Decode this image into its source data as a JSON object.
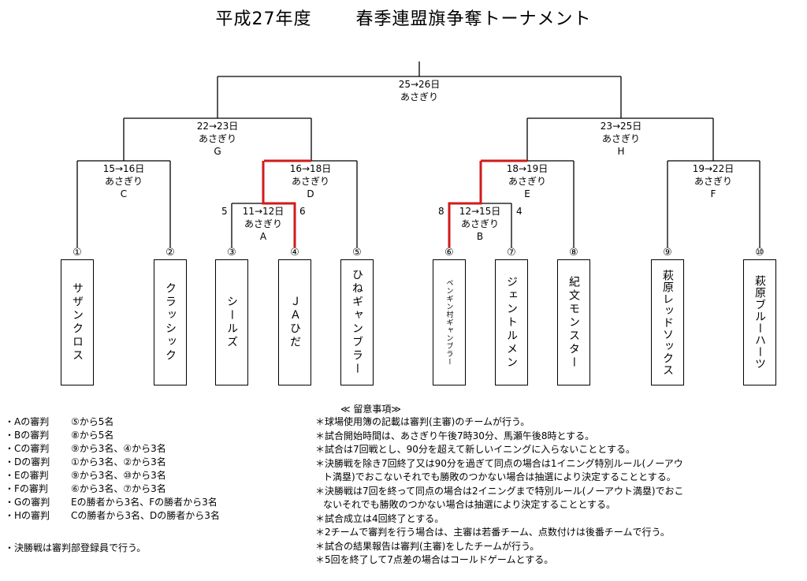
{
  "title": {
    "year": "平成27年度",
    "name": "春季連盟旗争奪トーナメント"
  },
  "matches": [
    {
      "id": "final",
      "date": "25→26日",
      "venue": "あさぎり",
      "letter": ""
    },
    {
      "id": "G",
      "date": "22→23日",
      "venue": "あさぎり",
      "letter": "G"
    },
    {
      "id": "H",
      "date": "23→25日",
      "venue": "あさぎり",
      "letter": "H"
    },
    {
      "id": "C",
      "date": "15→16日",
      "venue": "あさぎり",
      "letter": "C"
    },
    {
      "id": "D",
      "date": "16→18日",
      "venue": "あさぎり",
      "letter": "D"
    },
    {
      "id": "E",
      "date": "18→19日",
      "venue": "あさぎり",
      "letter": "E"
    },
    {
      "id": "F",
      "date": "19→22日",
      "venue": "あさぎり",
      "letter": "F"
    },
    {
      "id": "A",
      "date": "11→12日",
      "venue": "あさぎり",
      "letter": "A",
      "left_score": "5",
      "right_score": "6"
    },
    {
      "id": "B",
      "date": "12→15日",
      "venue": "あさぎり",
      "letter": "B",
      "left_score": "8",
      "right_score": "4"
    }
  ],
  "teams": [
    {
      "num": "①",
      "name": "サザンクロス"
    },
    {
      "num": "②",
      "name": "クラッシック"
    },
    {
      "num": "③",
      "name": "シールズ"
    },
    {
      "num": "④",
      "name": "ＪＡひだ"
    },
    {
      "num": "⑤",
      "name": "ひねギャンブラー"
    },
    {
      "num": "⑥",
      "name": "ペンギン村ギャンブラー"
    },
    {
      "num": "⑦",
      "name": "ジェントルメン"
    },
    {
      "num": "⑧",
      "name": "紀文モンスター"
    },
    {
      "num": "⑨",
      "name": "萩原レッドソックス"
    },
    {
      "num": "⑩",
      "name": "萩原ブルーハーツ"
    }
  ],
  "umpires": [
    {
      "key": "・Aの審判",
      "text": "⑤から5名"
    },
    {
      "key": "・Bの審判",
      "text": "⑧から5名"
    },
    {
      "key": "・Cの審判",
      "text": "⑨から3名、④から3名"
    },
    {
      "key": "・Dの審判",
      "text": "①から3名、②から3名"
    },
    {
      "key": "・Eの審判",
      "text": "⑨から3名、⑩から3名"
    },
    {
      "key": "・Fの審判",
      "text": "⑥から3名、⑦から3名"
    },
    {
      "key": "・Gの審判",
      "text": "Eの勝者から3名、Fの勝者から3名"
    },
    {
      "key": "・Hの審判",
      "text": "Cの勝者から3名、Dの勝者から3名"
    }
  ],
  "final_note": "・決勝戦は審判部登録員で行う。",
  "notes_title": "≪ 留意事項≫",
  "notes": [
    "＊球場使用簿の記載は審判(主審)のチームが行う。",
    "＊試合開始時間は、あさぎり午後7時30分、馬瀬午後8時とする。",
    "＊試合は7回戦とし、90分を超えて新しいイニングに入らないこととする。",
    "＊決勝戦を除き7回終了又は90分を過ぎて同点の場合は1イニング特別ルール(ノーアウ",
    "ト満塁)でおこないそれでも勝敗のつかない場合は抽選により決定することとする。",
    "＊決勝戦は7回を終って同点の場合は2イニングまで特別ルール(ノーアウト満塁)でおこ",
    "ないそれでも勝敗のつかない場合は抽選により決定することとする。",
    "＊試合成立は4回終了とする。",
    "＊2チームで審判を行う場合は、主審は若番チーム、点数付けは後番チームで行う。",
    "＊試合の結果報告は審判(主審)をしたチームが行う。",
    "＊5回を終了して7点差の場合はコールドゲームとする。"
  ],
  "colors": {
    "line": "#000000",
    "winner_line": "#d21a1a"
  }
}
